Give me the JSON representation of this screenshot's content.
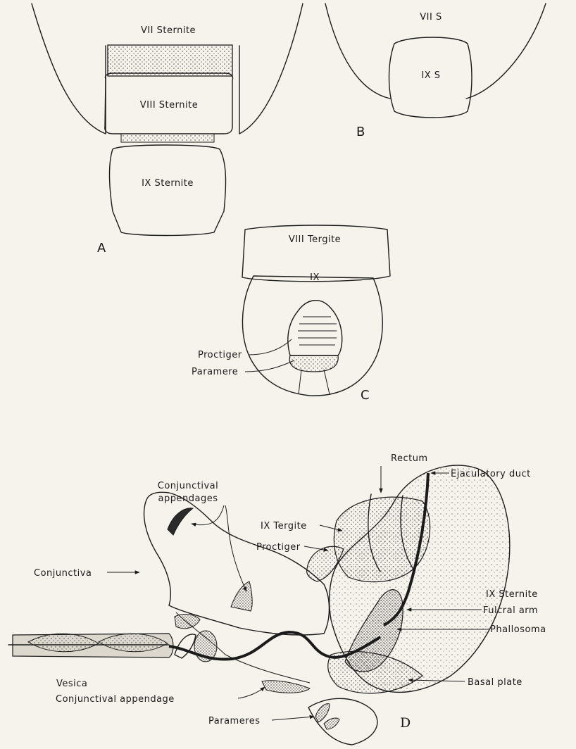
{
  "panels": {
    "a": {
      "letter": "A",
      "vii_sternite": "VII Sternite",
      "viii_sternite": "VIII Sternite",
      "ix_sternite": "IX Sternite"
    },
    "b": {
      "letter": "B",
      "vii_s": "VII  S",
      "ix_s": "IX  S"
    },
    "c": {
      "letter": "C",
      "viii_tergite": "VIII Tergite",
      "ix": "IX",
      "proctiger": "Proctiger",
      "paramere": "Paramere"
    },
    "d": {
      "letter": "D",
      "rectum": "Rectum",
      "ejaculatory_duct": "Ejaculatory duct",
      "conjunctival_appendages_line1": "Conjunctival",
      "conjunctival_appendages_line2": "appendages",
      "ix_tergite": "IX Tergite",
      "proctiger": "Proctiger",
      "conjunctiva": "Conjunctiva",
      "ix_sternite": "IX Sternite",
      "fulcral_arm": "Fulcral arm",
      "phallosoma": "Phallosoma",
      "vesica": "Vesica",
      "basal_plate": "Basal plate",
      "conjunctival_appendage": "Conjunctival  appendage",
      "parameres": "Parameres"
    }
  },
  "colors": {
    "paper": "#f6f3ec",
    "ink": "#1b1b1b"
  }
}
